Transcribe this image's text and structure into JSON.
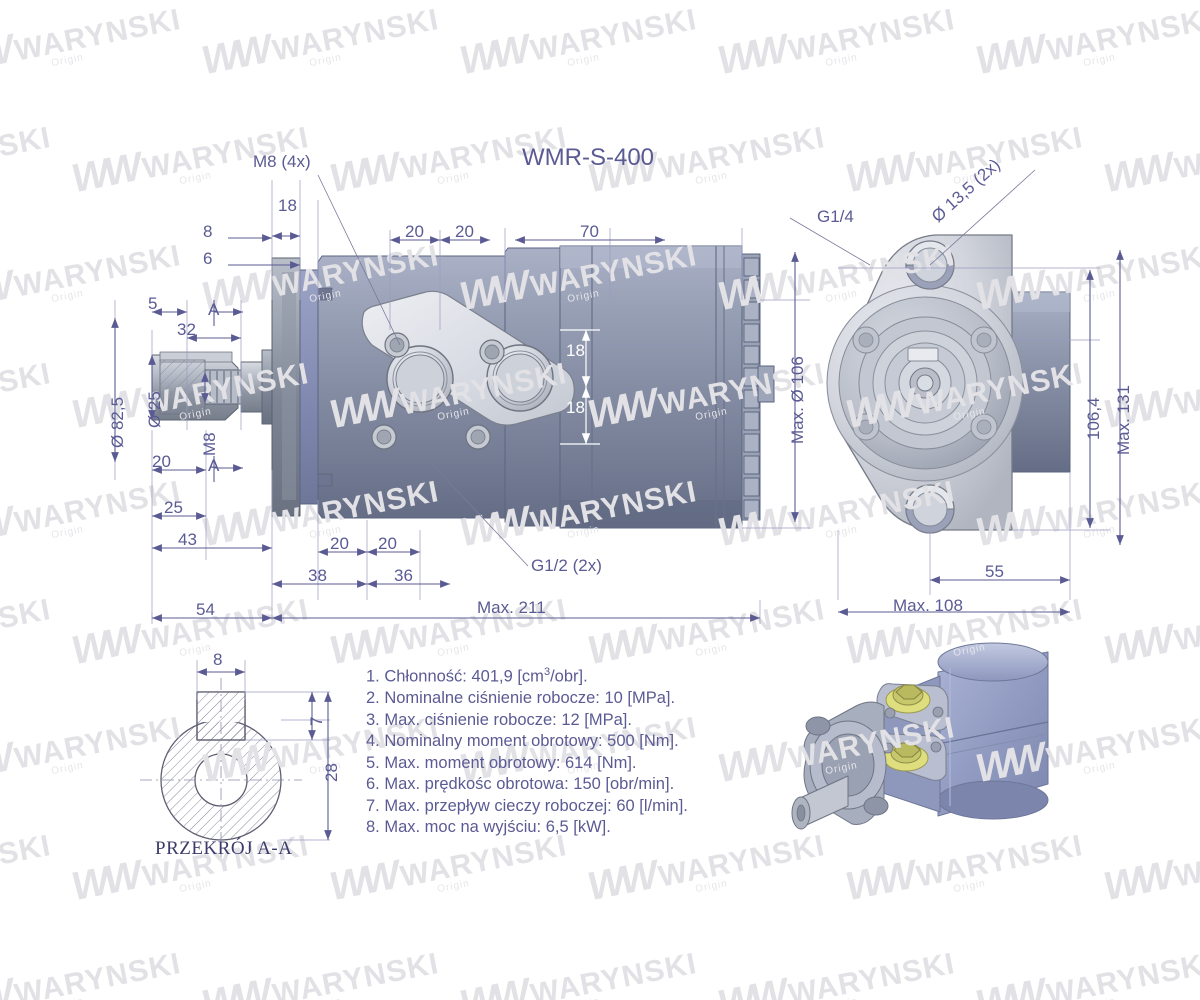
{
  "title": "WMR-S-400",
  "colors": {
    "dim_text": "#5b5b94",
    "dim_line": "#5b5b94",
    "body_blue": "#8b92b8",
    "body_steel": "#7f8796",
    "flange_light": "#d9dbe2",
    "watermark": "#e2e2e6",
    "render_blue": "#97a0c4",
    "port_yellow": "#d8d87a"
  },
  "watermark": {
    "mark": "W",
    "brand": "WARYNSKI",
    "sub": "Origin"
  },
  "side_view": {
    "labels": {
      "m8_4x": "M8 (4x)",
      "g12_2x": "G1/2 (2x)",
      "m8": "M8",
      "section_mark_top": "A",
      "section_mark_bottom": "A"
    },
    "dims": {
      "top_18": "18",
      "top_8": "8",
      "top_6": "6",
      "top_20a": "20",
      "top_20b": "20",
      "top_70": "70",
      "left_5": "5",
      "left_32": "32",
      "left_d82_5": "Ø 82,5",
      "left_d25": "Ø 25",
      "left_20": "20",
      "left_25": "25",
      "left_43": "43",
      "left_54": "54",
      "bot_20a": "20",
      "bot_20b": "20",
      "bot_38": "38",
      "bot_36": "36",
      "bot_max211": "Max.  211",
      "center_18a": "18",
      "center_18b": "18",
      "right_max_d106": "Max. Ø 106"
    }
  },
  "end_view": {
    "labels": {
      "g14": "G1/4",
      "d13_5": "Ø 13,5 (2x)"
    },
    "dims": {
      "right_106_4": "106,4",
      "right_max131": "Max.  131",
      "bot_55": "55",
      "bot_max108": "Max.  108"
    }
  },
  "section_view": {
    "caption": "PRZEKRÓJ A-A",
    "dims": {
      "w8": "8",
      "h7": "7",
      "h28": "28"
    }
  },
  "specs": [
    {
      "n": "1.",
      "text": "Chłonność: 401,9 [cm",
      "sup": "3",
      "text2": "/obr]."
    },
    {
      "n": "2.",
      "text": "Nominalne ciśnienie robocze: 10 [MPa]."
    },
    {
      "n": "3.",
      "text": "Max. ciśnienie robocze: 12 [MPa]."
    },
    {
      "n": "4.",
      "text": "Nominalny moment obrotowy: 500 [Nm]."
    },
    {
      "n": "5.",
      "text": "Max. moment obrotowy: 614 [Nm]."
    },
    {
      "n": "6.",
      "text": "Max. prędkośc obrotowa: 150 [obr/min]."
    },
    {
      "n": "7.",
      "text": "Max. przepływ cieczy roboczej: 60 [l/min]."
    },
    {
      "n": "8.",
      "text": "Max. moc na wyjściu: 6,5 [kW]."
    }
  ]
}
